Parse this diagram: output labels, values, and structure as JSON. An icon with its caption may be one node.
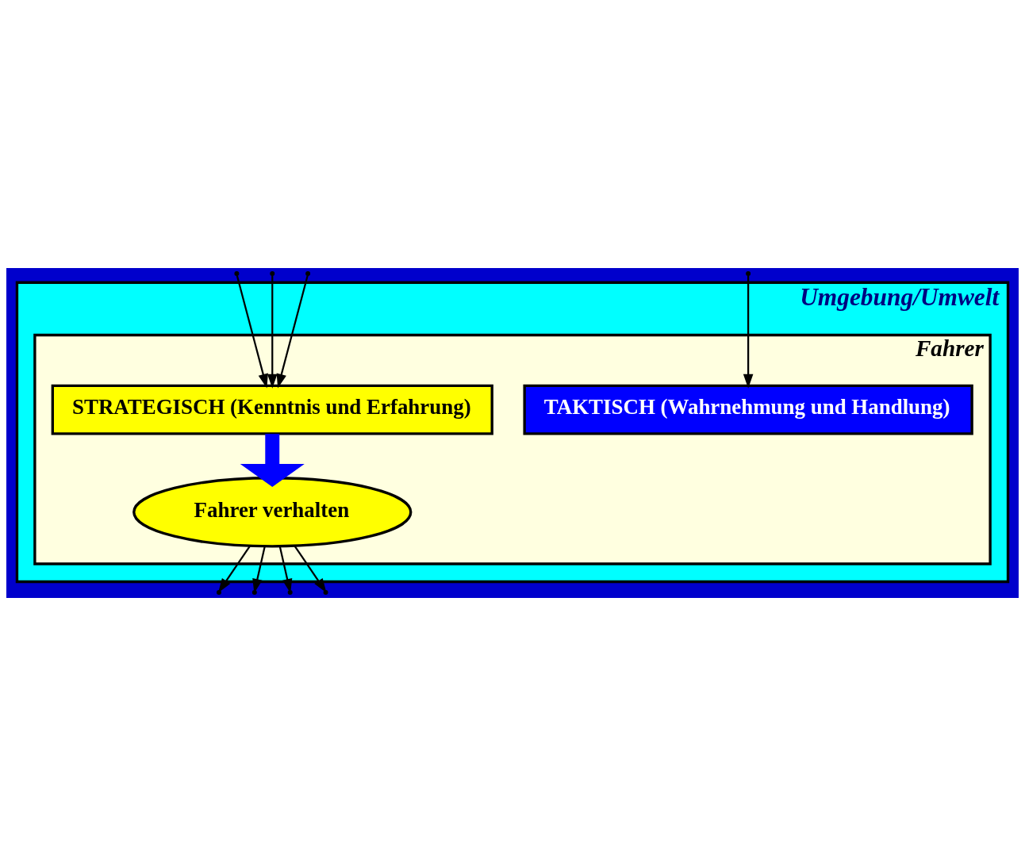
{
  "diagram": {
    "nodes": [
      {
        "text": [
          "Umgebung/Umwelt"
        ]
      },
      {
        "text": [
          "Fahrer"
        ],
        "in": 0
      },
      {
        "text": [
          "STRATEGISCH (Kenntnis und Erfahrung)"
        ],
        "in": 1
      },
      {
        "text": [
          "TAKTISCH (Wahrnehmung und Handlung)"
        ],
        "in": 1
      },
      {
        "text": [
          "Fahrer verhalten"
        ],
        "in": 1
      }
    ],
    "edges": [
      {
        "from": 0,
        "to": 2,
        "arrow": "to"
      },
      {
        "from": 0,
        "to": 2,
        "arrow": "to"
      },
      {
        "from": 0,
        "to": 2,
        "arrow": "to"
      },
      {
        "from": 0,
        "to": 3,
        "arrow": "to"
      },
      {
        "from": 2,
        "to": 4,
        "arrow": "to",
        "style": "thick",
        "color": "#0000ff"
      },
      {
        "from": 4,
        "to": 0,
        "arrow": "to"
      },
      {
        "from": 4,
        "to": 0,
        "arrow": "to"
      },
      {
        "from": 4,
        "to": 0,
        "arrow": "to"
      },
      {
        "from": 4,
        "to": 0,
        "arrow": "to"
      }
    ]
  }
}
